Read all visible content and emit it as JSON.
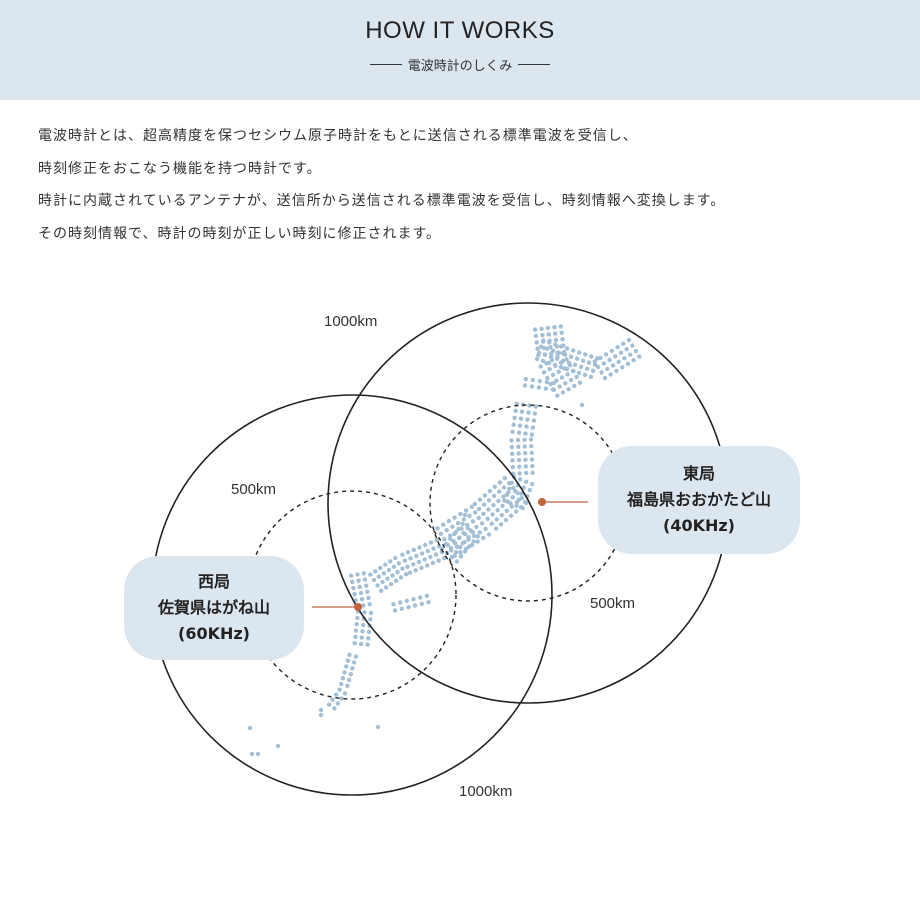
{
  "header": {
    "title": "HOW IT WORKS",
    "subtitle": "電波時計のしくみ"
  },
  "description": {
    "lines": [
      "電波時計とは、超高精度を保つセシウム原子時計をもとに送信される標準電波を受信し、",
      "時刻修正をおこなう機能を持つ時計です。",
      "時計に内蔵されているアンテナが、送信所から送信される標準電波を受信し、時刻情報へ変換します。",
      "その時刻情報で、時計の時刻が正しい時刻に修正されます。"
    ]
  },
  "diagram": {
    "colors": {
      "background_band": "#dce6ef",
      "map_dots": "#a3bfd6",
      "station_marker": "#c0643c",
      "circles": "#222222"
    },
    "stations": {
      "east": {
        "line1": "東局",
        "line2": "福島県おおかたど山",
        "line3": "(40KHz)"
      },
      "west": {
        "line1": "西局",
        "line2": "佐賀県はがね山",
        "line3": "(60KHz)"
      }
    },
    "range_labels": {
      "east_outer": "1000km",
      "west_outer": "1000km",
      "west_inner": "500km",
      "east_inner": "500km"
    }
  }
}
